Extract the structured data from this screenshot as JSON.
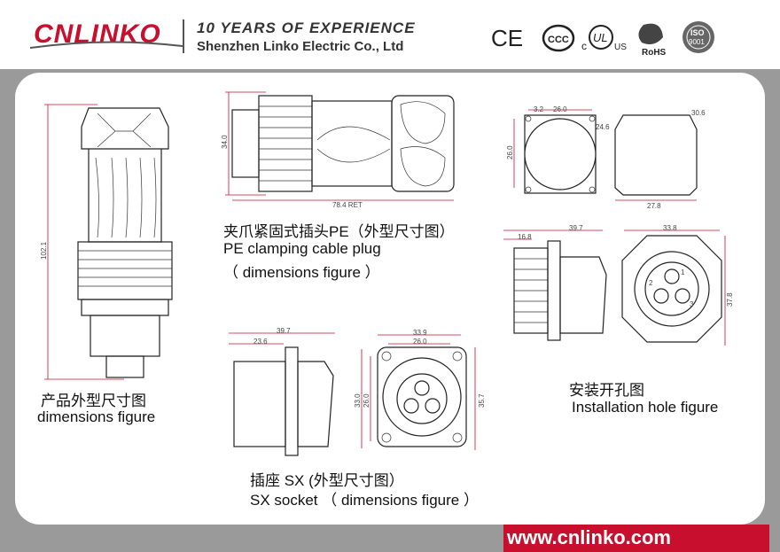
{
  "header": {
    "logo": "CNLINKO",
    "tagline": "10 YEARS OF  EXPERIENCE",
    "company": "Shenzhen Linko Electric Co., Ltd",
    "certs": {
      "ce": "CE",
      "ccc": "CCC",
      "ul": "UL",
      "c": "c",
      "us": "US",
      "rohs": "RoHS",
      "iso": "ISO",
      "iso_num": "9001"
    }
  },
  "figures": {
    "plug": {
      "label_cn": "夹爪紧固式插头PE（外型尺寸图）",
      "label_en": "PE  clamping cable plug",
      "label_en2": "（ dimensions figure ）",
      "dims": {
        "height": "34.0",
        "length": "78.4 RET"
      }
    },
    "product": {
      "label_cn": "产品外型尺寸图",
      "label_en": "dimensions figure",
      "dims": {
        "height": "102.1"
      }
    },
    "socket": {
      "label_cn": "插座 SX (外型尺寸图）",
      "label_en": "SX socket （ dimensions figure ）",
      "dims": {
        "w1": "39.7",
        "w2": "23.6",
        "top1": "33.9",
        "top2": "26.0",
        "h1": "33.0",
        "h2": "26.0",
        "h3": "35.7"
      }
    },
    "hole": {
      "label_cn": "安装开孔图",
      "label_en": "Installation hole figure",
      "dims": {
        "pitch": "26.0",
        "hole_d": "3.2",
        "d1": "24.6",
        "vpitch": "26.0",
        "d2": "30.6",
        "w": "27.8",
        "sw1": "39.7",
        "sw2": "16.8",
        "ft1": "33.8",
        "fh": "37.8",
        "pin1": "1",
        "pin2": "2",
        "pin3": "3"
      }
    }
  },
  "footer": {
    "url": "www.cnlinko.com"
  }
}
